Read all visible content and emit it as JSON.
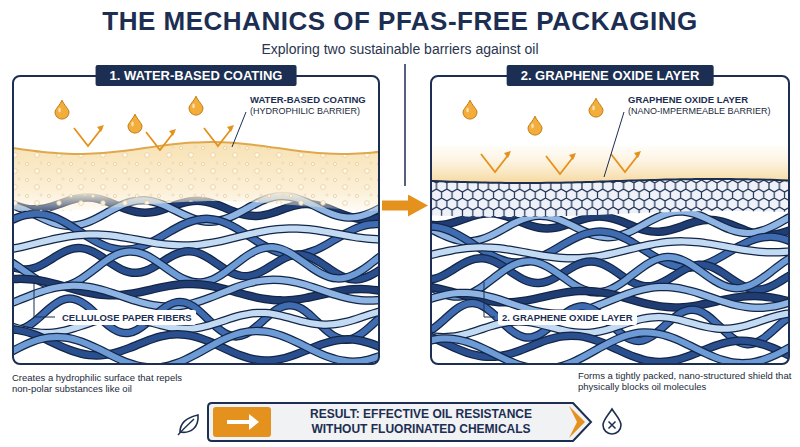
{
  "diagram": {
    "title": "THE MECHANICS OF PFAS-FREE PACKAGING",
    "caption": "Exploring two sustainable barriers against oil",
    "nodes": [
      {
        "text": [
          "1. WATER-BASED COATING"
        ]
      },
      {
        "text": [
          "2. GRAPHENE OXIDE LAYER"
        ]
      },
      {
        "text": [
          "RESULT: EFFECTIVE OIL RESISTANCE WITHOUT FLUORINATED CHEMICALS"
        ]
      }
    ],
    "edges": [
      {
        "from": 0,
        "to": 1,
        "arrow": "to"
      }
    ],
    "labels": [
      "WATER-BASED COATING",
      "(HYDROPHILIC BARRIER)",
      "CELLULOSE PAPER FIBERS",
      "GRAPHENE OXIDE LAYER",
      "(NANO-IMPERMEABLE BARRIER)",
      "2. GRAPHENE OXIDE LAYER",
      "Creates a hydrophilic surface that repels non-polar substances like oil",
      "Forms a tightly packed, nano-structured shield that physically blocks oil molecules"
    ]
  }
}
